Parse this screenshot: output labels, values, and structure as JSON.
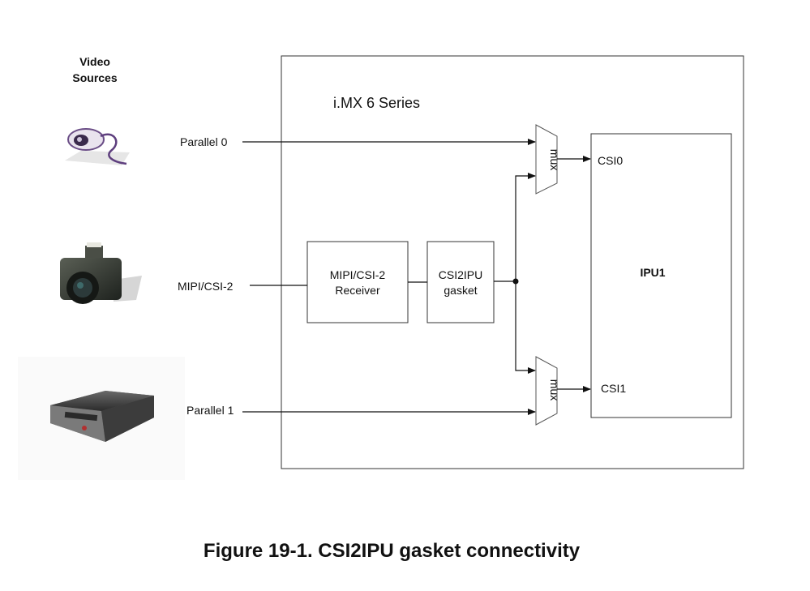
{
  "video_sources": {
    "heading_line1": "Video",
    "heading_line2": "Sources",
    "sources": [
      {
        "icon": "webcam-icon",
        "label": "Parallel 0"
      },
      {
        "icon": "camera-icon",
        "label": "MIPI/CSI-2"
      },
      {
        "icon": "video-recorder-icon",
        "label": "Parallel 1"
      }
    ]
  },
  "chip": {
    "title": "i.MX 6 Series",
    "receiver": {
      "line1": "MIPI/CSI-2",
      "line2": "Receiver"
    },
    "gasket": {
      "line1": "CSI2IPU",
      "line2": "gasket"
    },
    "mux_top": "mux",
    "mux_bottom": "mux",
    "ipu": {
      "label": "IPU1",
      "csi0": "CSI0",
      "csi1": "CSI1"
    }
  },
  "caption": "Figure 19-1. CSI2IPU gasket connectivity"
}
